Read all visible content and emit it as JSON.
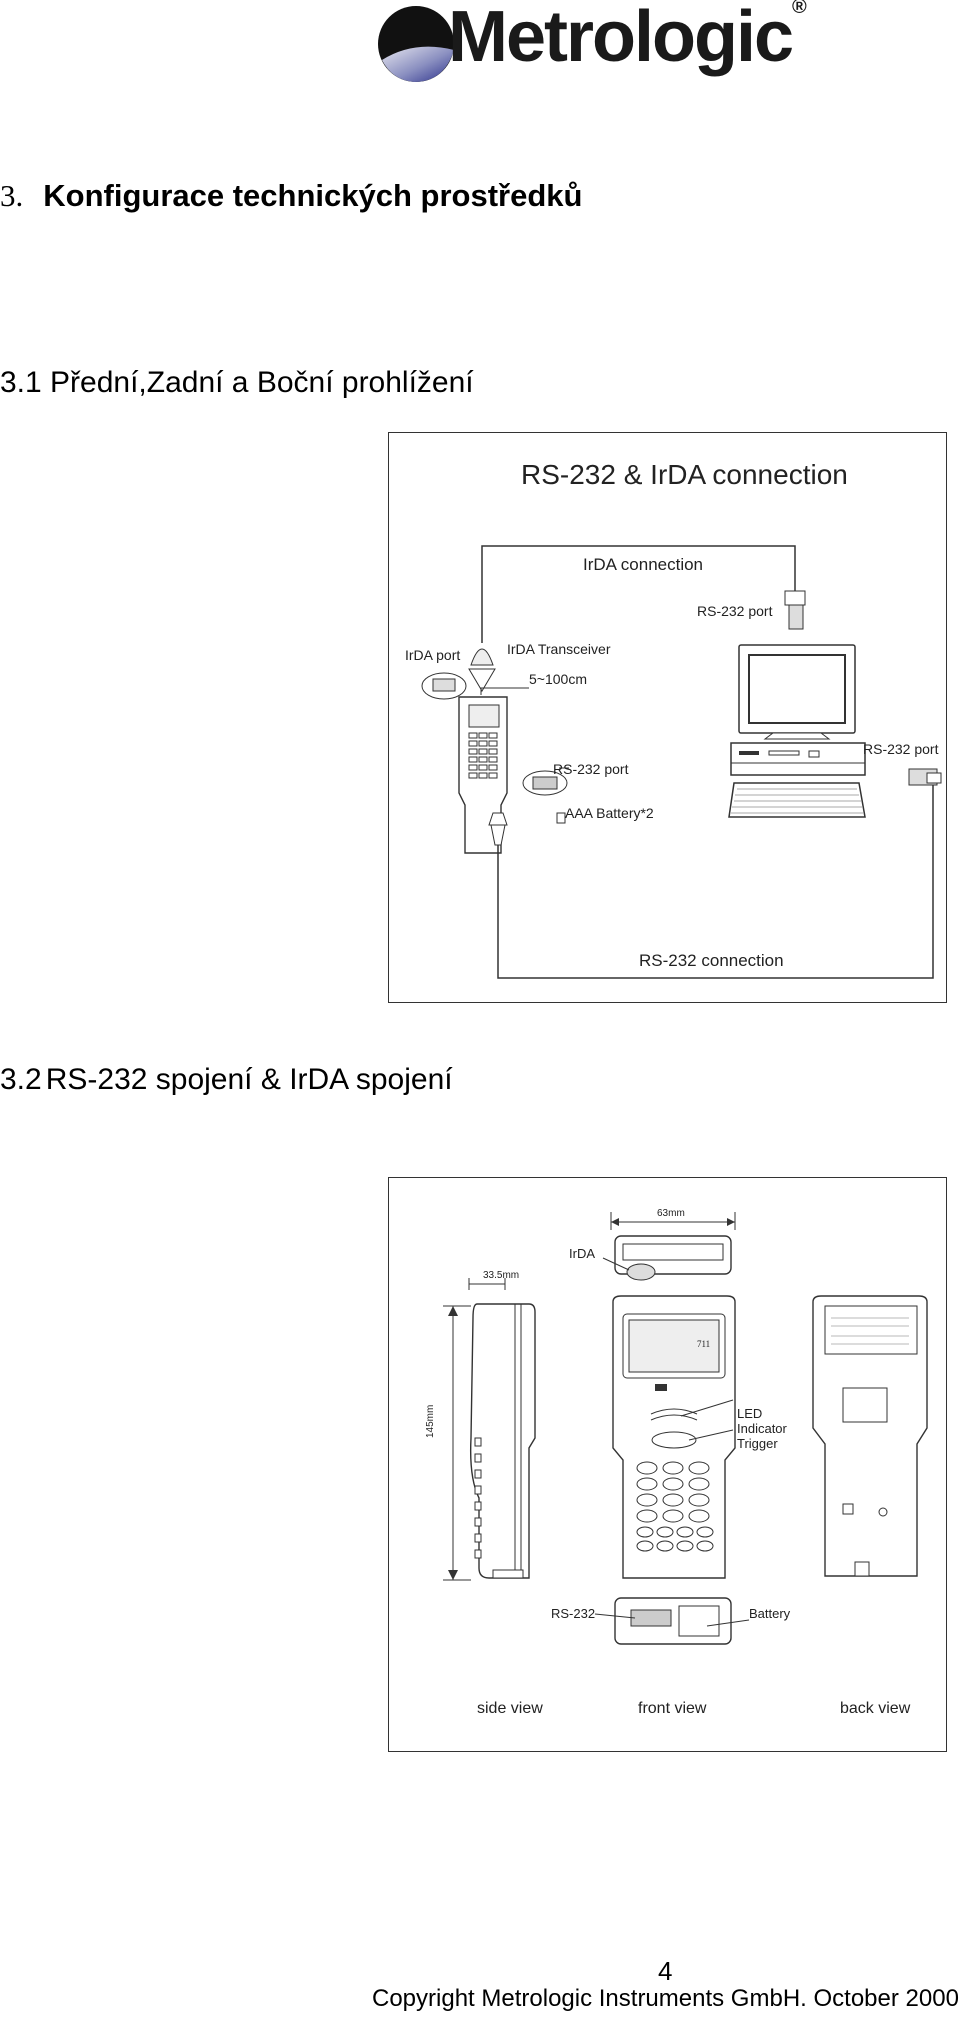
{
  "logo": {
    "brand": "Metrologic",
    "registered": "®"
  },
  "chapter": {
    "number": "3.",
    "title": "Konfigurace technických prostředků"
  },
  "section1": {
    "title": "3.1 Přední,Zadní a Boční prohlížení"
  },
  "figure1": {
    "title": "RS-232 & IrDA connection",
    "irda_connection": "IrDA connection",
    "rs232_port_top": "RS-232 port",
    "irda_port": "IrDA port",
    "irda_transceiver": "IrDA Transceiver",
    "distance": "5~100cm",
    "rs232_port_device": "RS-232 port",
    "battery": "AAA Battery*2",
    "rs232_port_pc": "RS-232 port",
    "rs232_connection": "RS-232 connection"
  },
  "section2": {
    "number": "3.2",
    "title": "RS-232 spojení & IrDA spojení"
  },
  "figure2": {
    "width_top": "63mm",
    "irda": "IrDA",
    "depth": "33.5mm",
    "height": "145mm",
    "device_model": "711",
    "led": "LED",
    "indicator": "Indicator",
    "trigger": "Trigger",
    "rs232": "RS-232",
    "battery": "Battery",
    "side_view": "side view",
    "front_view": "front view",
    "back_view": "back view"
  },
  "footer": {
    "page_number": "4",
    "copyright": "Copyright Metrologic Instruments GmbH. October 2000"
  }
}
